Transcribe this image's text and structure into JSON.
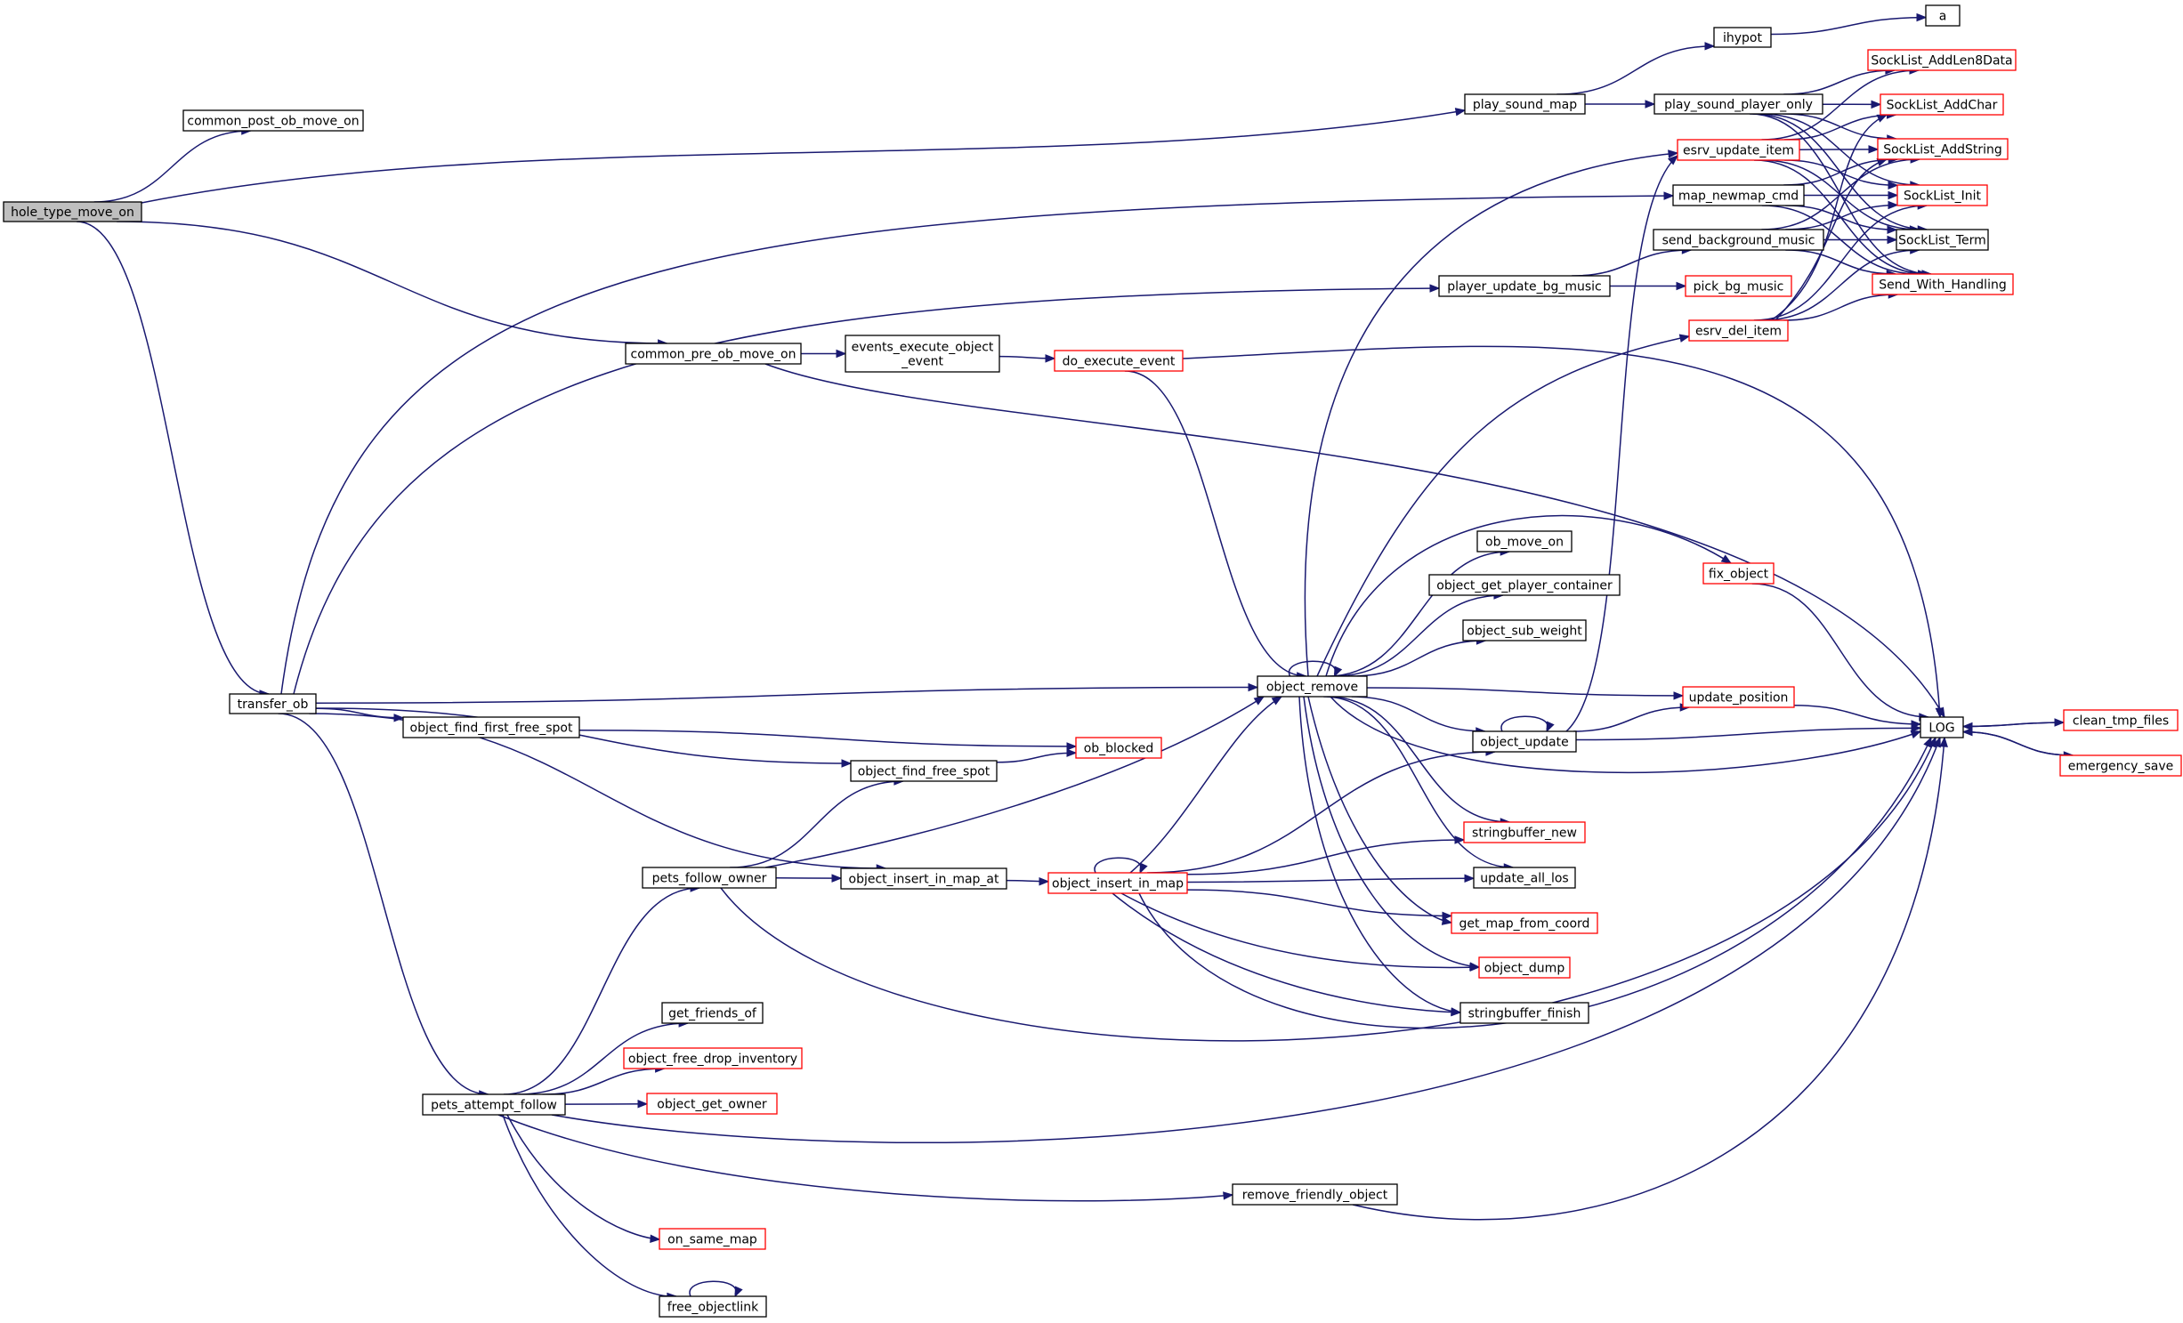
{
  "nodes": {
    "hole_type_move_on": {
      "label": "hole_type_move_on",
      "style": "root"
    },
    "common_post_ob_move_on": {
      "label": "common_post_ob_move_on",
      "style": "black"
    },
    "transfer_ob": {
      "label": "transfer_ob",
      "style": "black"
    },
    "common_pre_ob_move_on": {
      "label": "common_pre_ob_move_on",
      "style": "black"
    },
    "events_execute_object_event": {
      "label": "events_execute_object\n_event",
      "style": "black"
    },
    "do_execute_event": {
      "label": "do_execute_event",
      "style": "red"
    },
    "play_sound_map": {
      "label": "play_sound_map",
      "style": "black"
    },
    "ihypot": {
      "label": "ihypot",
      "style": "black"
    },
    "a": {
      "label": "a",
      "style": "black"
    },
    "play_sound_player_only": {
      "label": "play_sound_player_only",
      "style": "black"
    },
    "SockList_AddLen8Data": {
      "label": "SockList_AddLen8Data",
      "style": "red"
    },
    "SockList_AddChar": {
      "label": "SockList_AddChar",
      "style": "red"
    },
    "SockList_AddString": {
      "label": "SockList_AddString",
      "style": "red"
    },
    "SockList_Init": {
      "label": "SockList_Init",
      "style": "red"
    },
    "SockList_Term": {
      "label": "SockList_Term",
      "style": "black"
    },
    "Send_With_Handling": {
      "label": "Send_With_Handling",
      "style": "red"
    },
    "esrv_update_item": {
      "label": "esrv_update_item",
      "style": "red"
    },
    "map_newmap_cmd": {
      "label": "map_newmap_cmd",
      "style": "black"
    },
    "send_background_music": {
      "label": "send_background_music",
      "style": "black"
    },
    "player_update_bg_music": {
      "label": "player_update_bg_music",
      "style": "black"
    },
    "pick_bg_music": {
      "label": "pick_bg_music",
      "style": "red"
    },
    "esrv_del_item": {
      "label": "esrv_del_item",
      "style": "red"
    },
    "ob_move_on": {
      "label": "ob_move_on",
      "style": "black"
    },
    "object_get_player_container": {
      "label": "object_get_player_container",
      "style": "black"
    },
    "object_sub_weight": {
      "label": "object_sub_weight",
      "style": "black"
    },
    "fix_object": {
      "label": "fix_object",
      "style": "red"
    },
    "object_remove": {
      "label": "object_remove",
      "style": "black"
    },
    "update_position": {
      "label": "update_position",
      "style": "red"
    },
    "object_update": {
      "label": "object_update",
      "style": "black"
    },
    "LOG": {
      "label": "LOG",
      "style": "black"
    },
    "clean_tmp_files": {
      "label": "clean_tmp_files",
      "style": "red"
    },
    "emergency_save": {
      "label": "emergency_save",
      "style": "red"
    },
    "object_find_first_free_spot": {
      "label": "object_find_first_free_spot",
      "style": "black"
    },
    "ob_blocked": {
      "label": "ob_blocked",
      "style": "red"
    },
    "object_find_free_spot": {
      "label": "object_find_free_spot",
      "style": "black"
    },
    "pets_follow_owner": {
      "label": "pets_follow_owner",
      "style": "black"
    },
    "object_insert_in_map_at": {
      "label": "object_insert_in_map_at",
      "style": "black"
    },
    "object_insert_in_map": {
      "label": "object_insert_in_map",
      "style": "red"
    },
    "stringbuffer_new": {
      "label": "stringbuffer_new",
      "style": "red"
    },
    "update_all_los": {
      "label": "update_all_los",
      "style": "black"
    },
    "get_map_from_coord": {
      "label": "get_map_from_coord",
      "style": "red"
    },
    "object_dump": {
      "label": "object_dump",
      "style": "red"
    },
    "stringbuffer_finish": {
      "label": "stringbuffer_finish",
      "style": "black"
    },
    "get_friends_of": {
      "label": "get_friends_of",
      "style": "black"
    },
    "object_free_drop_inventory": {
      "label": "object_free_drop_inventory",
      "style": "red"
    },
    "object_get_owner": {
      "label": "object_get_owner",
      "style": "red"
    },
    "pets_attempt_follow": {
      "label": "pets_attempt_follow",
      "style": "black"
    },
    "remove_friendly_object": {
      "label": "remove_friendly_object",
      "style": "black"
    },
    "on_same_map": {
      "label": "on_same_map",
      "style": "red"
    },
    "free_objectlink": {
      "label": "free_objectlink",
      "style": "black"
    }
  },
  "edges": [
    [
      "hole_type_move_on",
      "common_post_ob_move_on"
    ],
    [
      "hole_type_move_on",
      "play_sound_map"
    ],
    [
      "hole_type_move_on",
      "common_pre_ob_move_on"
    ],
    [
      "hole_type_move_on",
      "transfer_ob"
    ],
    [
      "play_sound_map",
      "ihypot"
    ],
    [
      "play_sound_map",
      "play_sound_player_only"
    ],
    [
      "ihypot",
      "a"
    ],
    [
      "play_sound_player_only",
      "SockList_AddLen8Data"
    ],
    [
      "play_sound_player_only",
      "SockList_AddChar"
    ],
    [
      "play_sound_player_only",
      "SockList_AddString"
    ],
    [
      "play_sound_player_only",
      "SockList_Init"
    ],
    [
      "play_sound_player_only",
      "SockList_Term"
    ],
    [
      "play_sound_player_only",
      "Send_With_Handling"
    ],
    [
      "esrv_update_item",
      "SockList_AddLen8Data"
    ],
    [
      "esrv_update_item",
      "SockList_AddChar"
    ],
    [
      "esrv_update_item",
      "SockList_AddString"
    ],
    [
      "esrv_update_item",
      "SockList_Init"
    ],
    [
      "esrv_update_item",
      "SockList_Term"
    ],
    [
      "esrv_update_item",
      "Send_With_Handling"
    ],
    [
      "map_newmap_cmd",
      "SockList_AddString"
    ],
    [
      "map_newmap_cmd",
      "SockList_Init"
    ],
    [
      "map_newmap_cmd",
      "SockList_Term"
    ],
    [
      "map_newmap_cmd",
      "Send_With_Handling"
    ],
    [
      "send_background_music",
      "SockList_AddString"
    ],
    [
      "send_background_music",
      "SockList_Init"
    ],
    [
      "send_background_music",
      "SockList_Term"
    ],
    [
      "send_background_music",
      "Send_With_Handling"
    ],
    [
      "esrv_del_item",
      "SockList_AddChar"
    ],
    [
      "esrv_del_item",
      "SockList_AddString"
    ],
    [
      "esrv_del_item",
      "SockList_Init"
    ],
    [
      "esrv_del_item",
      "SockList_Term"
    ],
    [
      "esrv_del_item",
      "Send_With_Handling"
    ],
    [
      "player_update_bg_music",
      "send_background_music"
    ],
    [
      "player_update_bg_music",
      "pick_bg_music"
    ],
    [
      "transfer_ob",
      "map_newmap_cmd"
    ],
    [
      "transfer_ob",
      "player_update_bg_music"
    ],
    [
      "transfer_ob",
      "object_remove"
    ],
    [
      "transfer_ob",
      "object_find_first_free_spot"
    ],
    [
      "transfer_ob",
      "object_find_free_spot"
    ],
    [
      "transfer_ob",
      "object_insert_in_map_at"
    ],
    [
      "transfer_ob",
      "pets_attempt_follow"
    ],
    [
      "common_pre_ob_move_on",
      "events_execute_object_event"
    ],
    [
      "common_pre_ob_move_on",
      "LOG"
    ],
    [
      "events_execute_object_event",
      "do_execute_event"
    ],
    [
      "do_execute_event",
      "LOG"
    ],
    [
      "do_execute_event",
      "object_remove"
    ],
    [
      "object_remove",
      "object_remove"
    ],
    [
      "object_remove",
      "esrv_update_item"
    ],
    [
      "object_remove",
      "esrv_del_item"
    ],
    [
      "object_remove",
      "fix_object"
    ],
    [
      "object_remove",
      "ob_move_on"
    ],
    [
      "object_remove",
      "object_get_player_container"
    ],
    [
      "object_remove",
      "object_sub_weight"
    ],
    [
      "object_remove",
      "update_position"
    ],
    [
      "object_remove",
      "object_update"
    ],
    [
      "object_remove",
      "LOG"
    ],
    [
      "object_remove",
      "stringbuffer_new"
    ],
    [
      "object_remove",
      "update_all_los"
    ],
    [
      "object_remove",
      "get_map_from_coord"
    ],
    [
      "object_remove",
      "object_dump"
    ],
    [
      "object_remove",
      "stringbuffer_finish"
    ],
    [
      "fix_object",
      "LOG"
    ],
    [
      "update_position",
      "LOG"
    ],
    [
      "object_update",
      "object_update"
    ],
    [
      "object_update",
      "esrv_update_item"
    ],
    [
      "object_update",
      "update_position"
    ],
    [
      "object_update",
      "LOG"
    ],
    [
      "LOG",
      "clean_tmp_files"
    ],
    [
      "LOG",
      "emergency_save"
    ],
    [
      "clean_tmp_files",
      "LOG"
    ],
    [
      "emergency_save",
      "LOG"
    ],
    [
      "object_find_first_free_spot",
      "ob_blocked"
    ],
    [
      "object_find_free_spot",
      "ob_blocked"
    ],
    [
      "pets_follow_owner",
      "object_find_free_spot"
    ],
    [
      "pets_follow_owner",
      "object_insert_in_map_at"
    ],
    [
      "pets_follow_owner",
      "object_remove"
    ],
    [
      "pets_follow_owner",
      "LOG"
    ],
    [
      "object_insert_in_map_at",
      "object_insert_in_map"
    ],
    [
      "object_insert_in_map",
      "object_insert_in_map"
    ],
    [
      "object_insert_in_map",
      "object_remove"
    ],
    [
      "object_insert_in_map",
      "object_update"
    ],
    [
      "object_insert_in_map",
      "stringbuffer_new"
    ],
    [
      "object_insert_in_map",
      "update_all_los"
    ],
    [
      "object_insert_in_map",
      "get_map_from_coord"
    ],
    [
      "object_insert_in_map",
      "object_dump"
    ],
    [
      "object_insert_in_map",
      "stringbuffer_finish"
    ],
    [
      "object_insert_in_map",
      "LOG"
    ],
    [
      "pets_attempt_follow",
      "pets_follow_owner"
    ],
    [
      "pets_attempt_follow",
      "get_friends_of"
    ],
    [
      "pets_attempt_follow",
      "object_free_drop_inventory"
    ],
    [
      "pets_attempt_follow",
      "object_get_owner"
    ],
    [
      "pets_attempt_follow",
      "LOG"
    ],
    [
      "pets_attempt_follow",
      "remove_friendly_object"
    ],
    [
      "pets_attempt_follow",
      "on_same_map"
    ],
    [
      "pets_attempt_follow",
      "free_objectlink"
    ],
    [
      "remove_friendly_object",
      "LOG"
    ],
    [
      "free_objectlink",
      "free_objectlink"
    ]
  ]
}
